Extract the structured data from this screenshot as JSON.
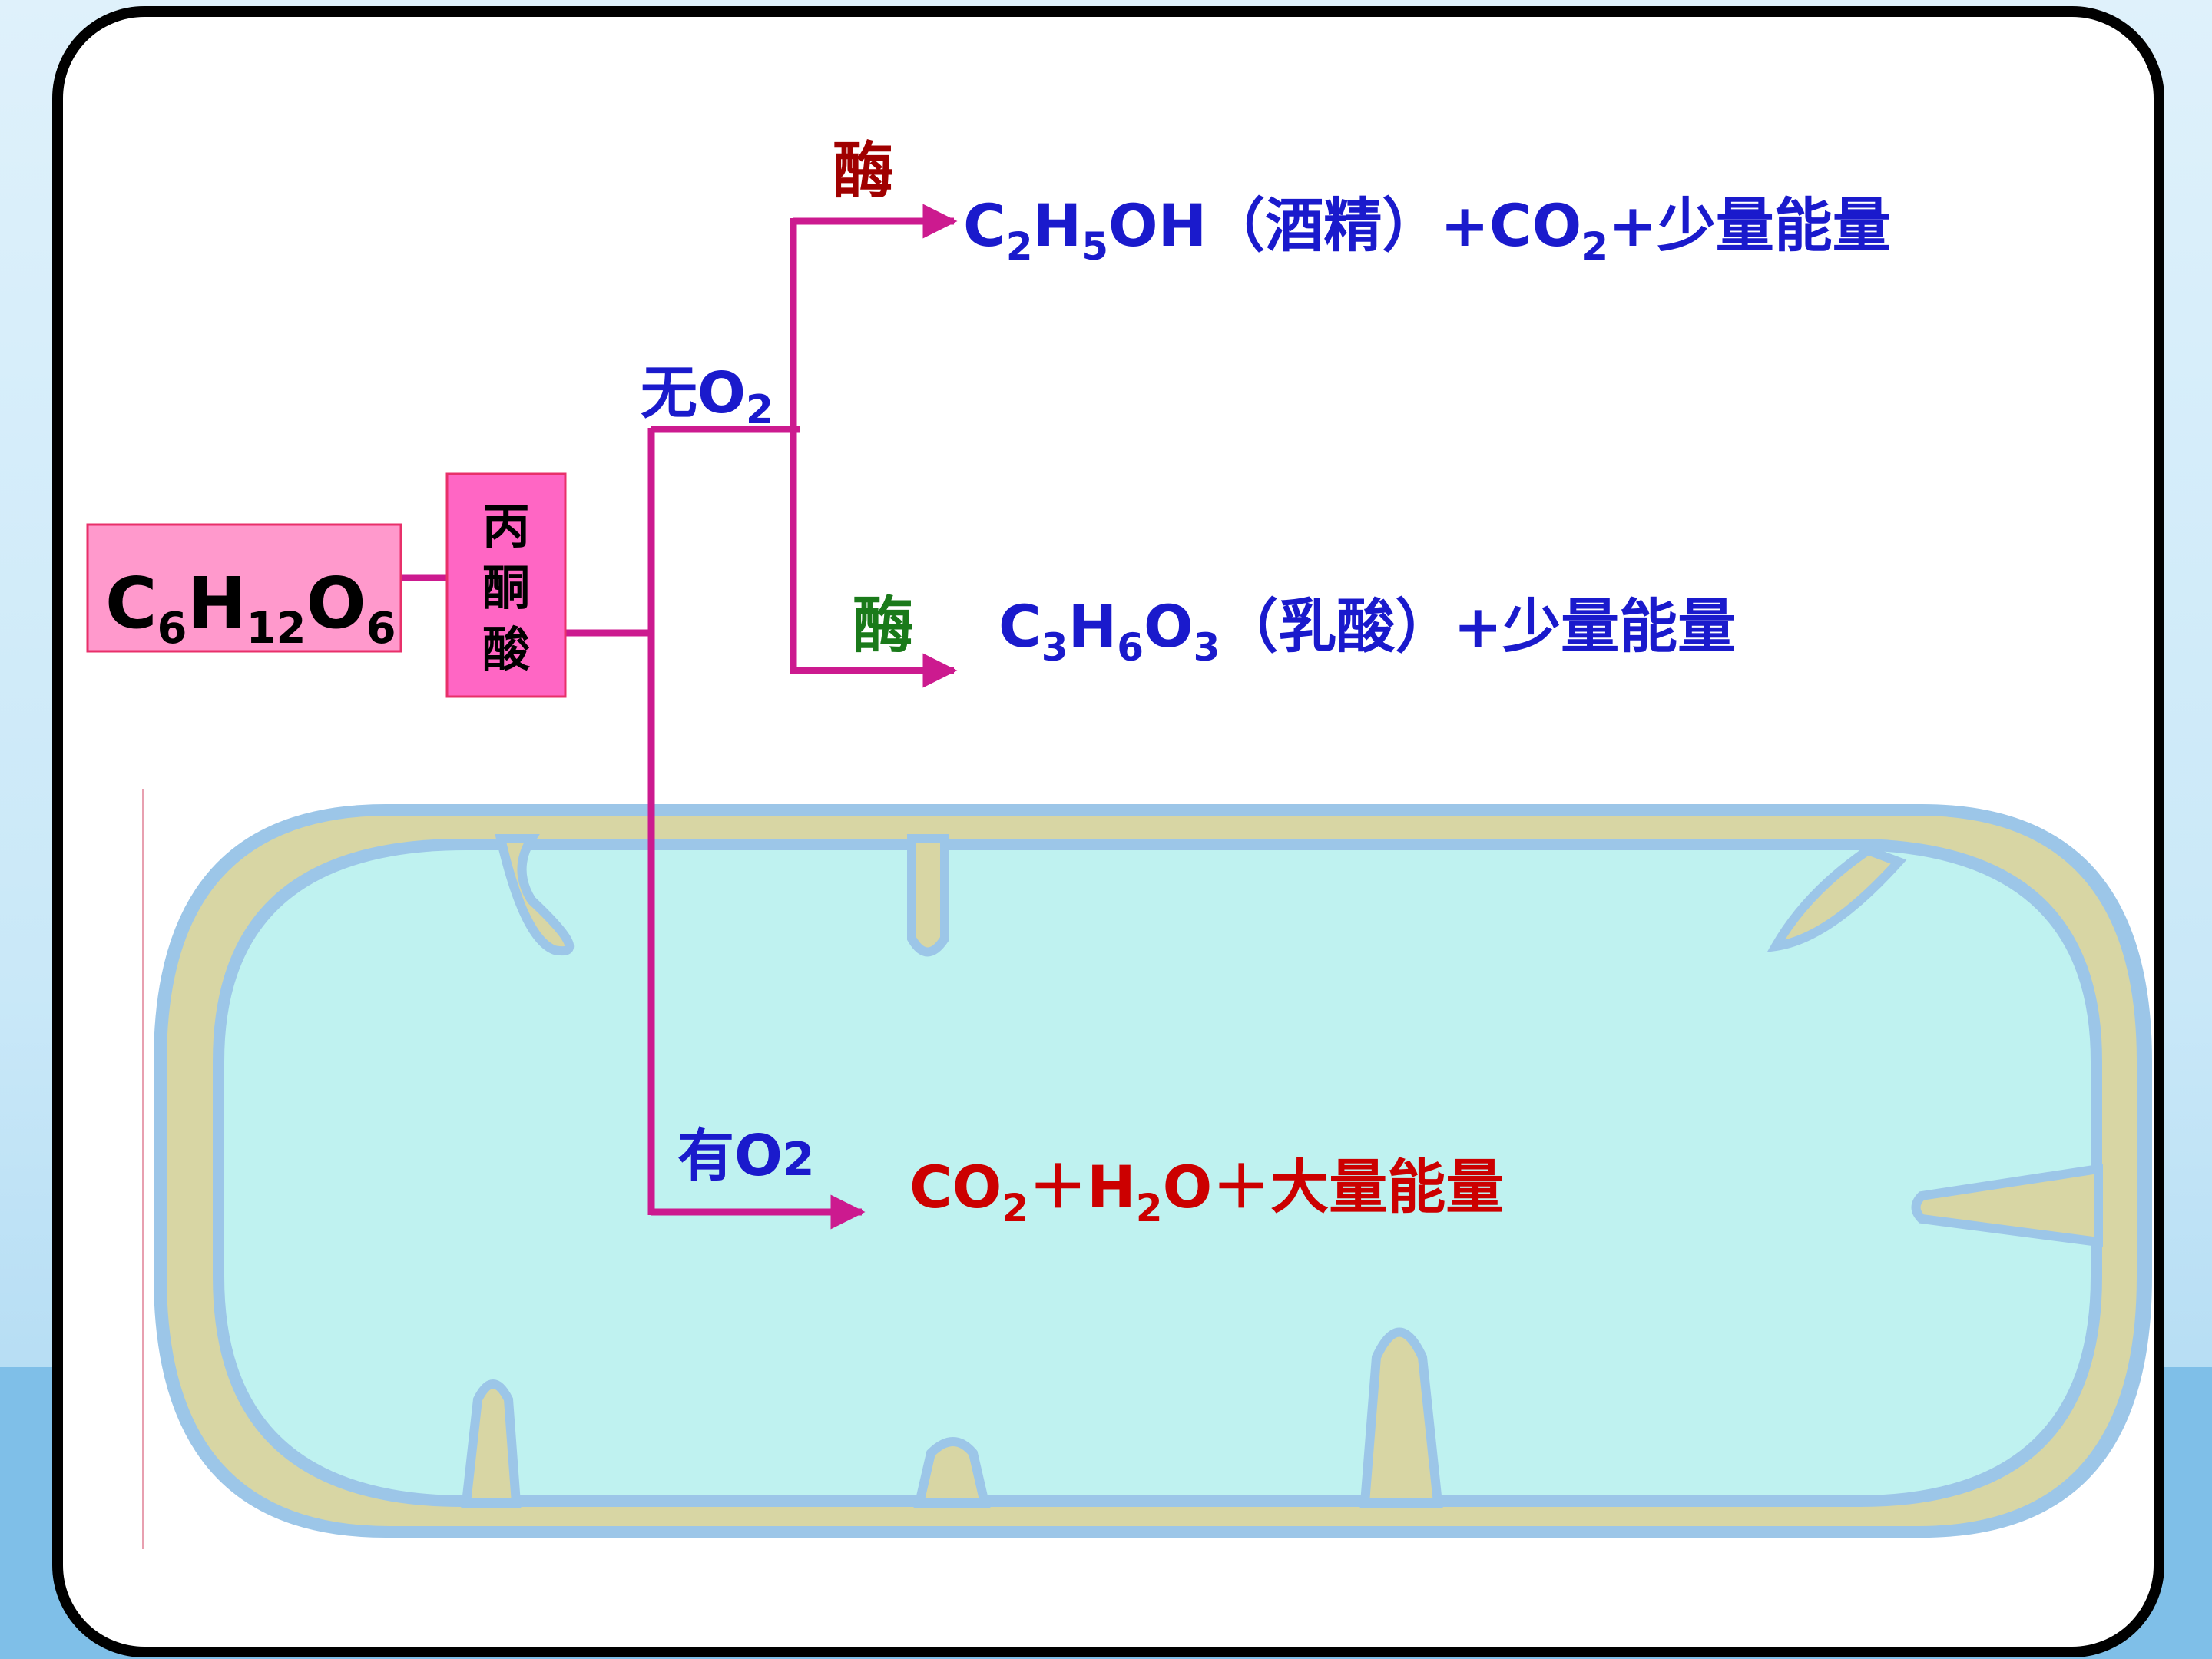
{
  "colors": {
    "pathway": "#cc1a8f",
    "glucose_box": "#ff99cc",
    "pyruvate_box": "#ff66c4",
    "blue_text": "#1a1acc",
    "red_text": "#cc0000",
    "green_text": "#1a7a1a",
    "maroon_text": "#a00000",
    "mito_outer": "#9cc6e8",
    "mito_intermembrane": "#d8d6a4",
    "mito_matrix": "#bff2f0"
  },
  "glucose": {
    "c": "C",
    "c_sub": "6",
    "h": "H",
    "h_sub": "12",
    "o": "O",
    "o_sub": "6"
  },
  "pyruvate": {
    "lines": [
      "丙",
      "酮",
      "酸"
    ]
  },
  "anaerobic": {
    "label": "无O",
    "label_sub": "2"
  },
  "aerobic": {
    "label": "有O",
    "label_sub": "2"
  },
  "enzyme_top": "酶",
  "enzyme_mid": "酶",
  "product_alcohol": {
    "p1": "C",
    "s1": "2",
    "p2": "H",
    "s2": "5",
    "p3": "OH（酒精）+CO",
    "s3": "2",
    "p4": "+少量能量"
  },
  "product_lactic": {
    "p1": "C",
    "s1": "3",
    "p2": "H",
    "s2": "6",
    "p3": "O",
    "s3": "3",
    "p4": "（乳酸）+少量能量"
  },
  "product_aerobic": {
    "p1": "CO",
    "s1": "2",
    "p2": "＋H",
    "s2": "2",
    "p3": "O＋大量能量"
  }
}
